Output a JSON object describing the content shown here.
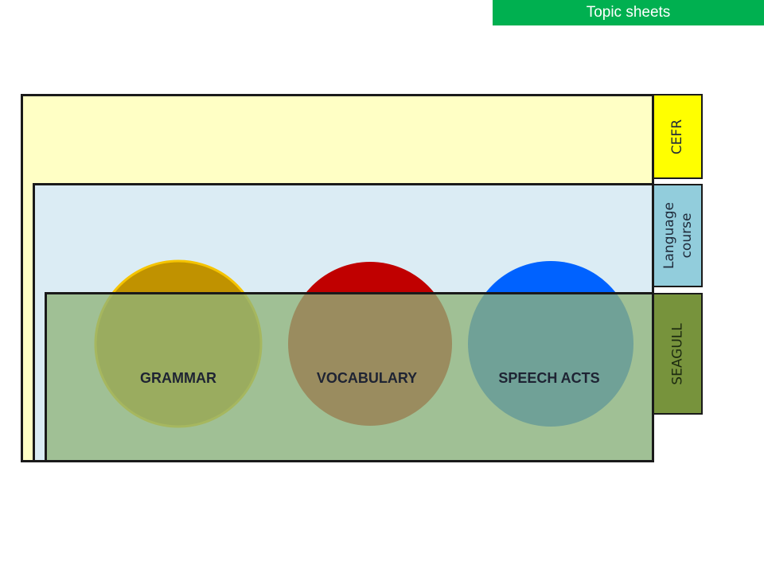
{
  "header": {
    "topic_sheets_label": "Topic sheets"
  },
  "layers": {
    "cefr_label": "CEFR",
    "course_label_line1": "Language",
    "course_label_line2": "course",
    "seagull_label": "SEAGULL"
  },
  "circles": [
    {
      "label": "GRAMMAR"
    },
    {
      "label": "VOCABULARY"
    },
    {
      "label": "SPEECH ACTS"
    }
  ],
  "colors": {
    "topic_sheets_bg": "#00b050",
    "cefr_layer": "#ffffc5",
    "cefr_tab": "#ffff00",
    "course_layer": "#dbecf4",
    "course_tab": "#92cddc",
    "seagull_layer": "#a9c396",
    "seagull_tab": "#77933c",
    "grammar": "#c09200",
    "vocabulary": "#c00000",
    "speech_acts": "#0062ff"
  }
}
